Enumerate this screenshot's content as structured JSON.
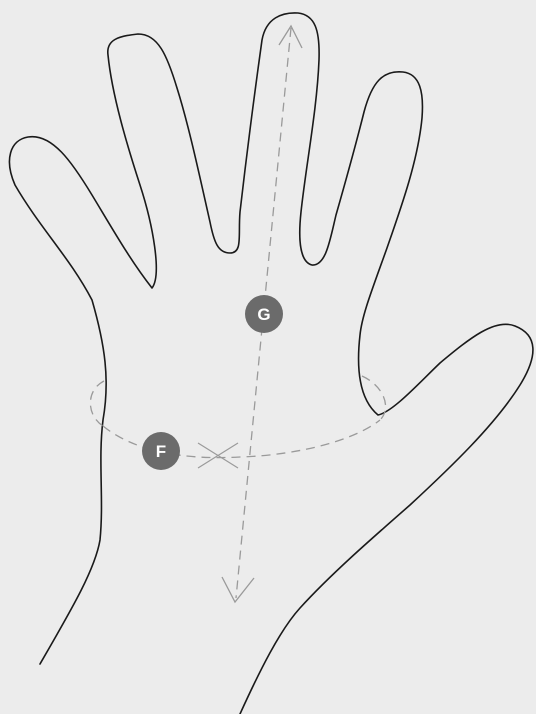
{
  "diagram": {
    "background_color": "#ececec",
    "outline_color": "#1a1a1a",
    "guide_color": "#9a9a9a",
    "marker_color": "#6b6b6b",
    "marker_text_color": "#ffffff",
    "measurements": [
      {
        "id": "F",
        "label": "F",
        "kind": "circumference"
      },
      {
        "id": "G",
        "label": "G",
        "kind": "length"
      }
    ]
  }
}
